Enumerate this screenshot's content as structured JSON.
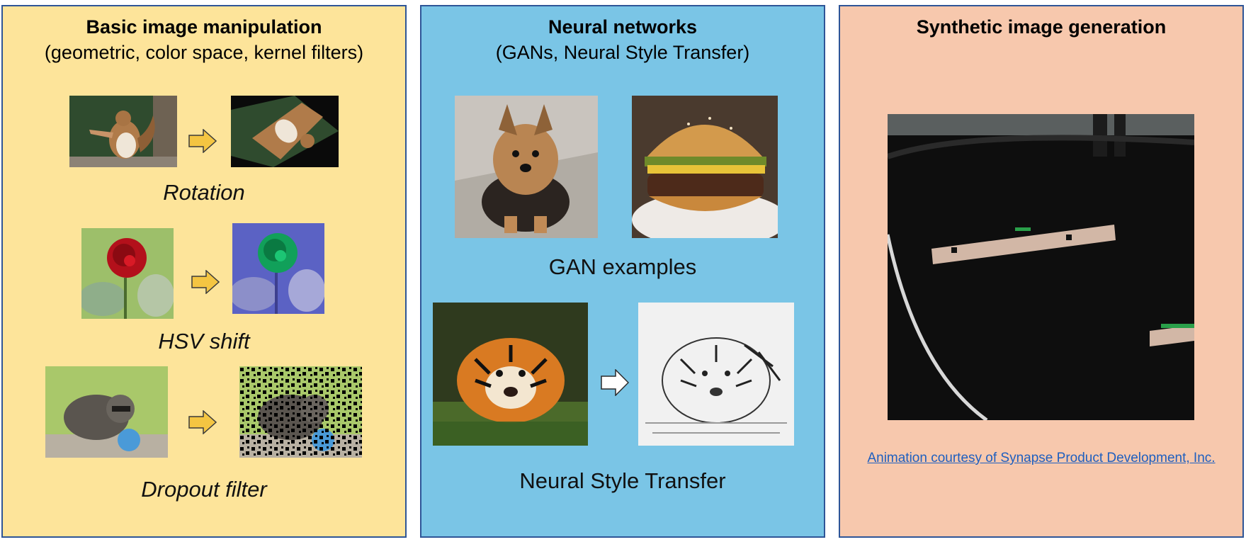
{
  "panels": {
    "basic": {
      "title": "Basic image manipulation",
      "subtitle": "(geometric, color space, kernel filters)",
      "captions": {
        "rotation": "Rotation",
        "hsv": "HSV shift",
        "dropout": "Dropout filter"
      }
    },
    "neural": {
      "title": "Neural networks",
      "subtitle": "(GANs, Neural Style Transfer)",
      "captions": {
        "gan": "GAN examples",
        "style": "Neural Style Transfer"
      }
    },
    "synthetic": {
      "title": "Synthetic image generation",
      "credit": "Animation courtesy of Synapse Product Development, Inc."
    }
  },
  "colors": {
    "basic_bg": "#fde49a",
    "neural_bg": "#7ac5e6",
    "synthetic_bg": "#f7c8ad",
    "border": "#2e5597",
    "arrow_fill": "#f4c542",
    "link": "#1f5fbf"
  },
  "icons": [
    "right-arrow-icon"
  ]
}
